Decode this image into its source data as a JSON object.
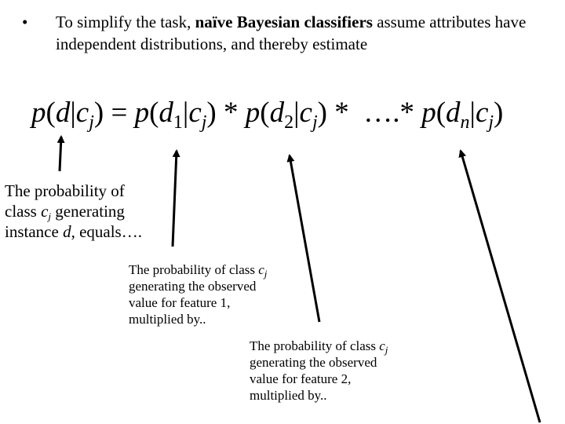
{
  "bullet": {
    "marker": "•",
    "text_before": "To simplify the task, ",
    "bold_text": "naïve Bayesian classifiers",
    "text_after": " assume attributes have independent distributions, and thereby estimate"
  },
  "formula": {
    "p": "p",
    "d": "d",
    "c": "c",
    "j": "j",
    "one": "1",
    "two": "2",
    "n": "n",
    "lparen": "(",
    "rparen": ")",
    "bar": "|",
    "equals": " = ",
    "star": " * ",
    "ellipsis_star": " ….* "
  },
  "annotations": {
    "note1": {
      "line1": "The probability of",
      "line2_before": "class ",
      "c": "c",
      "j": "j",
      "line2_after": " generating",
      "line3_before": "instance ",
      "d": "d",
      "line3_after": ", equals…."
    },
    "note2": {
      "line1_before": "The probability of class ",
      "c": "c",
      "j": "j",
      "line2": "generating the observed",
      "line3": "value for feature 1,",
      "line4": "multiplied by.."
    },
    "note3": {
      "line1_before": "The probability of class ",
      "c": "c",
      "j": "j",
      "line2": "generating the observed",
      "line3": "value for feature 2,",
      "line4": "multiplied by.."
    }
  }
}
